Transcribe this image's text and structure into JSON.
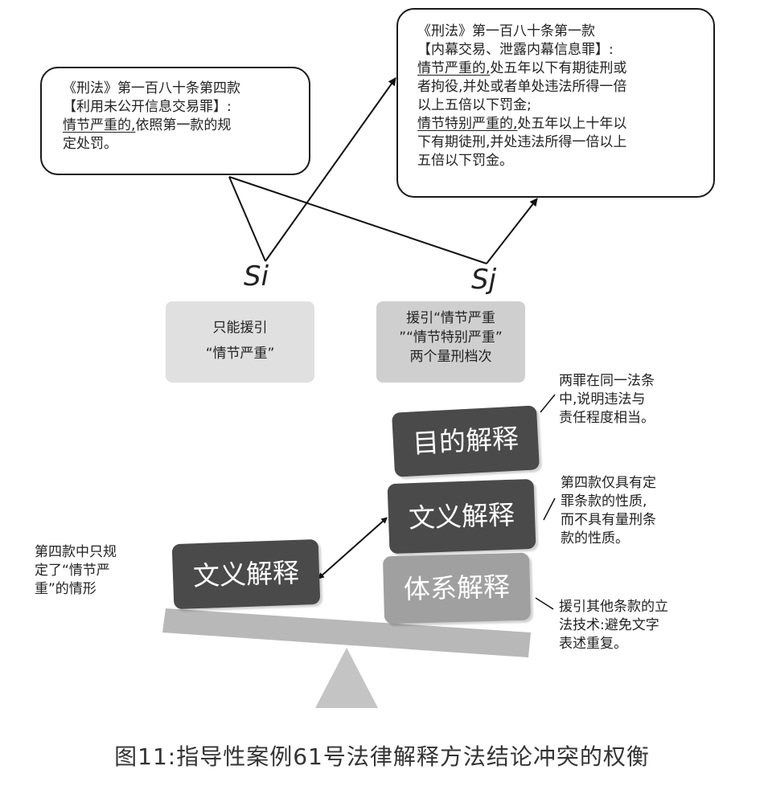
{
  "bubbles": {
    "left": {
      "lines": [
        "《刑法》第一百八十条第四款",
        "【利用未公开信息交易罪】:"
      ],
      "underlined": "情节严重的,",
      "rest": [
        "依照第一款的规",
        "定处罚。"
      ]
    },
    "right": {
      "lines": [
        "《刑法》第一百八十条第一款",
        "【内幕交易、泄露内幕信息罪】:"
      ],
      "u1": "情节严重的,",
      "r1": [
        "处五年以下有期徒刑或",
        "者拘役,并处或者单处违法所得一倍",
        "以上五倍以下罚金;"
      ],
      "u2": "情节特别严重的,",
      "r2": [
        "处五年以上十年以",
        "下有期徒刑,并处违法所得一倍以上",
        "五倍以下罚金。"
      ]
    }
  },
  "vars": {
    "si": "Si",
    "sj": "Sj"
  },
  "boxes": {
    "si": [
      "只能援引",
      "“情节严重”"
    ],
    "sj": [
      "援引“情节严重",
      "”“情节特别严重”",
      "两个量刑档次"
    ]
  },
  "blocks": {
    "mudi": "目的解释",
    "wenyi_right": "文义解释",
    "tixi": "体系解释",
    "wenyi_left": "文义解释"
  },
  "notes": {
    "left": [
      "第四款中只规",
      "定了“情节严",
      "重”的情形"
    ],
    "top": [
      "两罪在同一法条",
      "中,说明违法与",
      "责任程度相当。"
    ],
    "mid": [
      "第四款仅具有定",
      "罪条款的性质,",
      "而不具有量刑条",
      "款的性质。"
    ],
    "bot": [
      "援引其他条款的立",
      "法技术:避免文字",
      "表述重复。"
    ]
  },
  "caption": "图11:指导性案例61号法律解释方法结论冲突的权衡",
  "colors": {
    "dark_block": "#4a4a4a",
    "light_block": "#a0a0a0",
    "beam": "#b8b8b8",
    "fulcrum": "#c4c4c4",
    "box_si": "#e0e0e0",
    "box_sj": "#cfcfcf"
  }
}
